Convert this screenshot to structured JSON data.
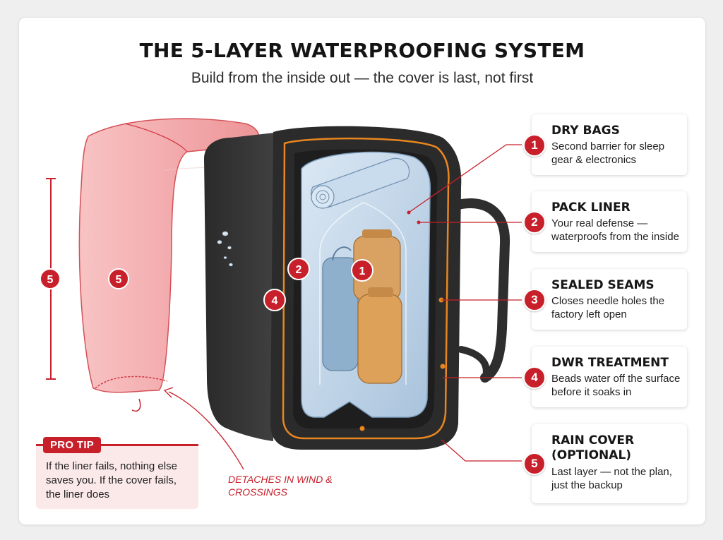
{
  "header": {
    "title": "THE 5-LAYER WATERPROOFING SYSTEM",
    "subtitle": "Build from the inside out — the cover is last, not first"
  },
  "layers": [
    {
      "number": "1",
      "title": "DRY BAGS",
      "description": "Second barrier for sleep gear & electronics"
    },
    {
      "number": "2",
      "title": "PACK LINER",
      "description": "Your real defense — waterproofs from the inside"
    },
    {
      "number": "3",
      "title": "SEALED SEAMS",
      "description": "Closes needle holes the factory left open"
    },
    {
      "number": "4",
      "title": "DWR TREATMENT",
      "description": "Beads water off the surface before it soaks in"
    },
    {
      "number": "5",
      "title": "RAIN COVER (OPTIONAL)",
      "description": "Last layer — not the plan, just the backup"
    }
  ],
  "diagram_markers": {
    "dry_bags": "1",
    "liner": "2",
    "dwr": "4",
    "cover": "5",
    "cover_bracket": "5"
  },
  "pro_tip": {
    "badge": "PRO TIP",
    "text": "If the liner fails, nothing else saves you. If the cover fails, the liner does"
  },
  "cover_note": "DETACHES IN WIND & CROSSINGS",
  "colors": {
    "accent_red": "#c8202a",
    "cover_pink": "#f09a9c",
    "seam_orange": "#e8861f",
    "liner_blue": "#b9d0e6",
    "pack_black": "#2b2b2b",
    "dry_bag_tan": "#d99a52",
    "dry_bag_blue": "#8fb0cc"
  }
}
